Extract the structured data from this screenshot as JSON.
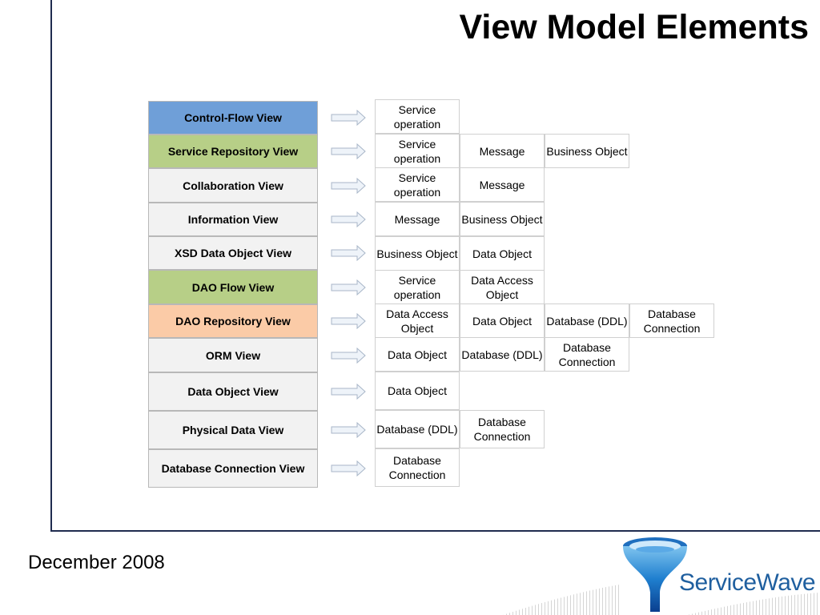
{
  "slide": {
    "title": "View Model Elements",
    "footer_date": "December 2008",
    "logo_text": "ServiceWave"
  },
  "colors": {
    "control_flow": "#6f9fd8",
    "service_repo": "#b7cf87",
    "neutral": "#f2f2f2",
    "dao_flow": "#b7cf87",
    "dao_repo": "#fbcba7",
    "frame": "#1f2c4f",
    "brand_blue": "#1f5f9f"
  },
  "rows": [
    {
      "view": "Control-Flow View",
      "color": "#6f9fd8",
      "elements": [
        "Service operation"
      ]
    },
    {
      "view": "Service Repository View",
      "color": "#b7cf87",
      "elements": [
        "Service operation",
        "Message",
        "Business Object"
      ]
    },
    {
      "view": "Collaboration View",
      "color": "#f2f2f2",
      "elements": [
        "Service operation",
        "Message"
      ]
    },
    {
      "view": "Information View",
      "color": "#f2f2f2",
      "elements": [
        "Message",
        "Business Object"
      ]
    },
    {
      "view": "XSD Data Object View",
      "color": "#f2f2f2",
      "elements": [
        "Business Object",
        "Data Object"
      ]
    },
    {
      "view": "DAO Flow View",
      "color": "#b7cf87",
      "elements": [
        "Service operation",
        "Data Access Object"
      ]
    },
    {
      "view": "DAO Repository View",
      "color": "#fbcba7",
      "elements": [
        "Data Access Object",
        "Data Object",
        "Database (DDL)",
        "Database Connection"
      ]
    },
    {
      "view": "ORM View",
      "color": "#f2f2f2",
      "elements": [
        "Data Object",
        "Database (DDL)",
        "Database Connection"
      ]
    },
    {
      "view": "Data Object View",
      "color": "#f2f2f2",
      "elements": [
        "Data Object"
      ]
    },
    {
      "view": "Physical Data View",
      "color": "#f2f2f2",
      "elements": [
        "Database (DDL)",
        "Database Connection"
      ]
    },
    {
      "view": "Database Connection View",
      "color": "#f2f2f2",
      "elements": [
        "Database Connection"
      ]
    }
  ]
}
